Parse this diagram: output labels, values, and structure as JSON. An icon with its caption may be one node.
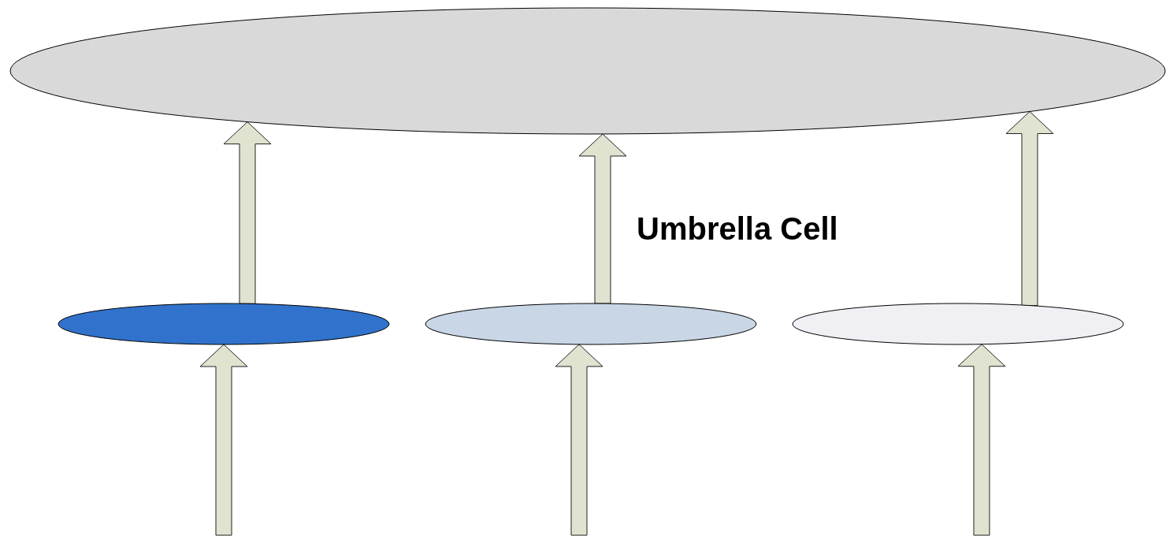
{
  "diagram": {
    "nodes": [
      {
        "text": [],
        "shape": "ellipse"
      },
      {
        "text": [],
        "shape": "ellipse"
      },
      {
        "text": [],
        "shape": "ellipse"
      },
      {
        "text": [],
        "shape": "ellipse"
      }
    ],
    "edges": [
      {
        "from": 1,
        "to": 0,
        "arrow": "to"
      },
      {
        "from": 2,
        "to": 0,
        "arrow": "to"
      },
      {
        "from": 3,
        "to": 0,
        "arrow": "to"
      },
      {
        "from": null,
        "to": 1,
        "arrow": "to"
      },
      {
        "from": null,
        "to": 2,
        "arrow": "to"
      },
      {
        "from": null,
        "to": 3,
        "arrow": "to"
      }
    ],
    "labels": [
      "Umbrella Cell"
    ]
  }
}
